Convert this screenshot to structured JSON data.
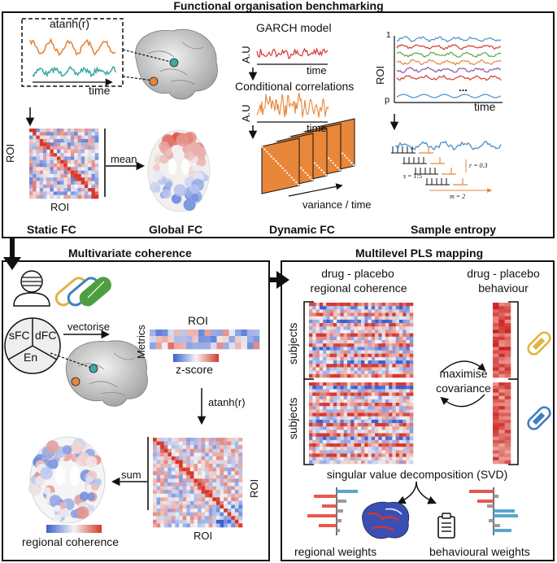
{
  "titles": {
    "top": "Functional organisation benchmarking",
    "left_bottom": "Multivariate coherence",
    "right_bottom": "Multilevel PLS mapping"
  },
  "fo": {
    "atanh": "atanh(r)",
    "time": "time",
    "roi_left": "ROI",
    "roi_bottom": "ROI",
    "mean": "mean",
    "static_fc": "Static FC",
    "global_fc": "Global FC",
    "garch": "GARCH model",
    "au1": "A.U",
    "time_garch": "time",
    "cond_corr": "Conditional correlations",
    "au2": "A.U",
    "time_cond": "time",
    "variance_time": "variance / time",
    "dynamic_fc": "Dynamic FC",
    "se_one": "1",
    "se_roi": "ROI",
    "se_p": "p",
    "se_dots": "...",
    "se_time": "time",
    "r_label": "r = 0.3",
    "s_label": "s = 1:5",
    "m_label": "m = 2",
    "sample_entropy": "Sample entropy"
  },
  "mc": {
    "sfc": "sFC",
    "dfc": "dFC",
    "en": "En",
    "vectorise": "vectorise",
    "roi": "ROI",
    "metrics": "Metrics",
    "zscore": "z-score",
    "atanh": "atanh(r)",
    "sum": "sum",
    "roi_right": "ROI",
    "roi_bottom": "ROI",
    "regional_coherence": "regional coherence"
  },
  "pls": {
    "coh_title_1": "drug - placebo",
    "coh_title_2": "regional coherence",
    "beh_title_1": "drug - placebo",
    "beh_title_2": "behaviour",
    "subjects_1": "subjects",
    "subjects_2": "subjects",
    "maximise": "maximise",
    "covariance": "covariance",
    "svd": "singular value decomposition (SVD)",
    "regional_weights": "regional weights",
    "behavioural_weights": "behavioural weights"
  },
  "colors": {
    "orange": "#e8863a",
    "teal": "#3fa9a3",
    "red": "#d9352c",
    "blue": "#4a8fc9",
    "green": "#55a84a",
    "purple": "#8d4fa6",
    "pill_yellow": "#e2b443",
    "pill_blue": "#3f7fc0",
    "pill_green": "#4e9e3f",
    "bar_red": "#e8584f",
    "bar_blue": "#5aa5cf",
    "bar_grey": "#9a9a9a"
  },
  "icons": [
    "brain-icon",
    "person-icon",
    "pill-icon",
    "clipboard-icon",
    "arrow-icon"
  ]
}
